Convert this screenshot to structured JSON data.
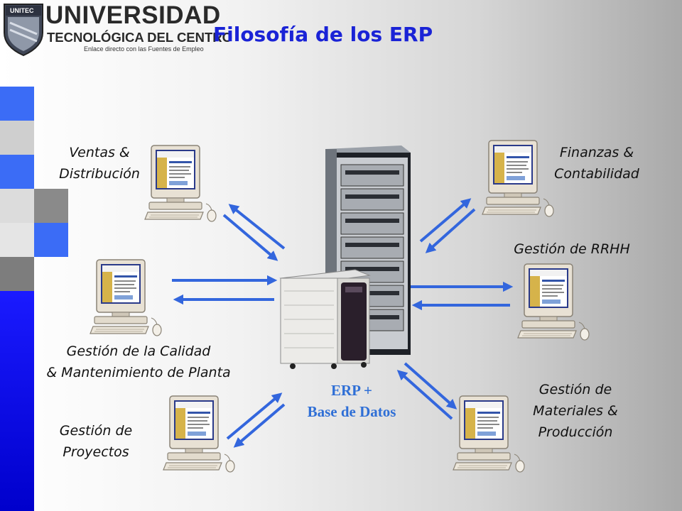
{
  "header": {
    "title": "Filosofía de los ERP",
    "logo": {
      "badge": "UNITEC",
      "line1": "UNIVERSIDAD",
      "line2": "TECNOLÓGICA DEL CENTRO",
      "tagline": "Enlace directo con las Fuentes de Empleo"
    }
  },
  "diagram": {
    "center_label": "ERP +\nBase de Datos",
    "modules": [
      {
        "id": "ventas",
        "label": "Ventas &\nDistribución"
      },
      {
        "id": "finanzas",
        "label": "Finanzas &\nContabilidad"
      },
      {
        "id": "rrhh",
        "label": "Gestión de RRHH"
      },
      {
        "id": "calidad",
        "label": "Gestión de la Calidad\n& Mantenimiento de Planta"
      },
      {
        "id": "proyectos",
        "label": "Gestión de\nProyectos"
      },
      {
        "id": "materiales",
        "label": "Gestión de\nMateriales &\nProducción"
      }
    ]
  },
  "colors": {
    "title": "#1a23d6",
    "arrow": "#3366dd",
    "center_label": "#2f6fd6",
    "sidebar_blue": "#0000ee",
    "sidebar_light_blue": "#3366ff",
    "sidebar_gray": "#808080"
  }
}
